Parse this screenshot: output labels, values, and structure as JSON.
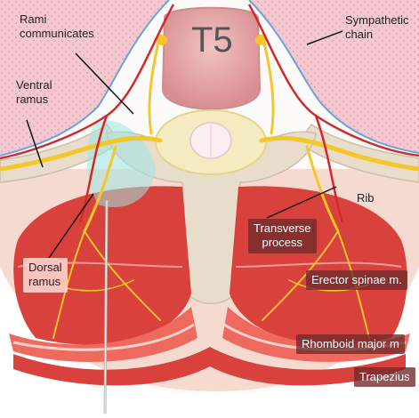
{
  "diagram": {
    "vertebra_label": "T5",
    "labels": {
      "rami_communicates": [
        "Rami",
        "communicates"
      ],
      "sympathetic_chain": [
        "Sympathetic",
        "chain"
      ],
      "ventral_ramus": [
        "Ventral",
        "ramus"
      ],
      "rib": "Rib",
      "dorsal_ramus": [
        "Dorsal",
        "ramus"
      ],
      "transverse_process": [
        "Transverse",
        "process"
      ],
      "erector_spinae": "Erector spinae m.",
      "rhomboid_major": "Rhomboid major m",
      "trapezius": "Trapezius"
    },
    "colors": {
      "muscle": "#d9413c",
      "muscle_light": "#ef6a5e",
      "nerve": "#f4c62a",
      "bone": "#e8dccb",
      "vertebral_body": "#e8a6a8",
      "lung": "#f3c8d0",
      "skin": "#f6d9cf",
      "artery": "#d22a2a",
      "label_dark": "#6e2a2a",
      "label_pink": "#ffcdc8",
      "block_highlight": "#9ee6e4"
    }
  }
}
